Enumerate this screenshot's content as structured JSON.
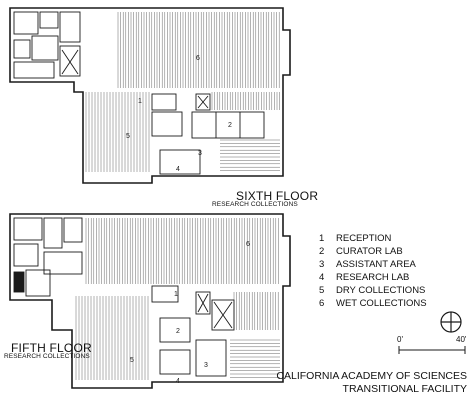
{
  "sixth_floor": {
    "title": "SIXTH FLOOR",
    "subtitle": "RESEARCH COLLECTIONS"
  },
  "fifth_floor": {
    "title": "FIFTH FLOOR",
    "subtitle": "RESEARCH COLLECTIONS"
  },
  "legend": [
    {
      "num": "1",
      "label": "RECEPTION"
    },
    {
      "num": "2",
      "label": "CURATOR LAB"
    },
    {
      "num": "3",
      "label": "ASSISTANT AREA"
    },
    {
      "num": "4",
      "label": "RESEARCH LAB"
    },
    {
      "num": "5",
      "label": "DRY COLLECTIONS"
    },
    {
      "num": "6",
      "label": "WET COLLECTIONS"
    }
  ],
  "org": {
    "line1": "CALIFORNIA ACADEMY OF SCIENCES",
    "line2": "TRANSITIONAL FACILITY"
  },
  "scale": {
    "start": "0'",
    "end": "40'"
  },
  "room_labels": {
    "sixth": [
      "1",
      "2",
      "3",
      "4",
      "5",
      "6"
    ],
    "fifth": [
      "1",
      "2",
      "3",
      "4",
      "5",
      "6"
    ]
  },
  "colors": {
    "ink": "#1a1a1a",
    "shelving": "#555555",
    "background": "#ffffff"
  }
}
